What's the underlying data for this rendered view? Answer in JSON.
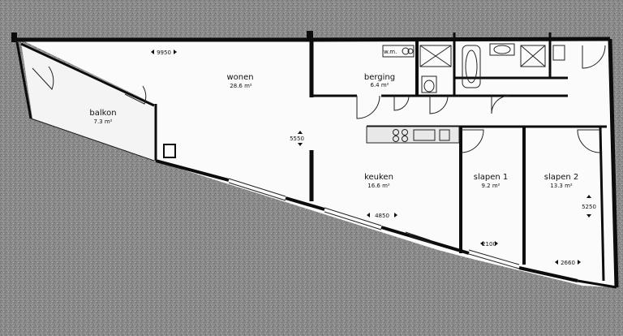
{
  "colors": {
    "background": "#8e8e8e",
    "floor": "#fbfbfb",
    "wall": "#0c0c0c"
  },
  "rooms": {
    "wonen": {
      "name": "wonen",
      "area": "28.6 m²"
    },
    "berging": {
      "name": "berging",
      "area": "6.4 m²"
    },
    "balkon": {
      "name": "balkon",
      "area": "7.3 m²"
    },
    "keuken": {
      "name": "keuken",
      "area": "16.6 m²"
    },
    "slapen1": {
      "name": "slapen 1",
      "area": "9.2 m²"
    },
    "slapen2": {
      "name": "slapen 2",
      "area": "13.3 m²"
    }
  },
  "dimensions": {
    "wonen_width": "9950",
    "wonen_depth": "5550",
    "keuken_width": "4850",
    "slapen1_width": "2100",
    "slapen2_width": "2660",
    "slapen2_depth": "5250"
  },
  "fixtures": {
    "washer_label": "w.m."
  }
}
